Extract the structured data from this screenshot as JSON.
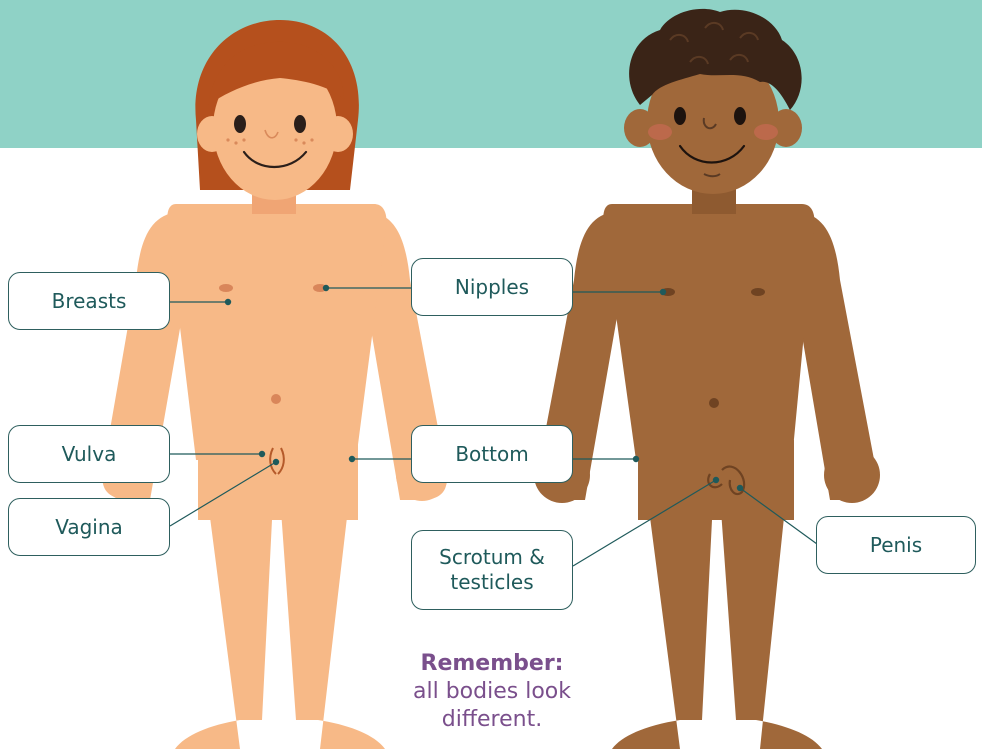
{
  "colors": {
    "banner": "#8fd2c6",
    "skin_light": "#f7b987",
    "skin_dark": "#a0683a",
    "hair_light": "#b5501d",
    "hair_dark": "#3a2417",
    "label_text": "#1f5a5b",
    "note_text": "#7a4f8c"
  },
  "labels": {
    "breasts": "Breasts",
    "nipples": "Nipples",
    "vulva": "Vulva",
    "vagina": "Vagina",
    "bottom": "Bottom",
    "scrotum_line1": "Scrotum &",
    "scrotum_line2": "testicles",
    "penis": "Penis"
  },
  "note": {
    "heading": "Remember:",
    "line1": "all bodies look",
    "line2": "different."
  }
}
